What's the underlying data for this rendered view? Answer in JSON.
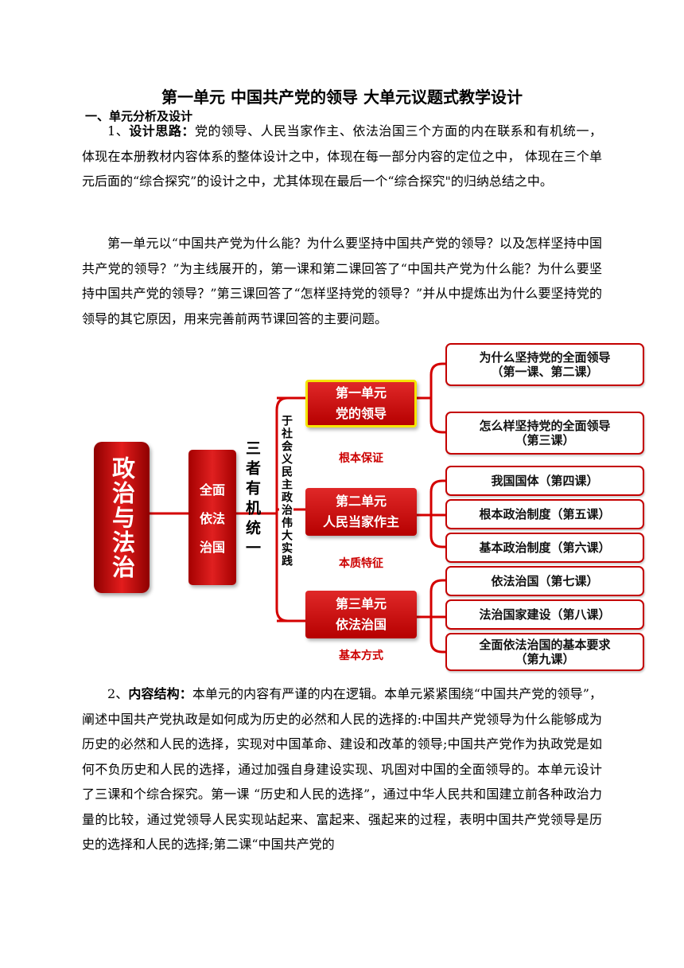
{
  "title": "第一单元  中国共产党的领导  大单元议题式教学设计",
  "section1_heading": "一、单元分析及设计",
  "p1": {
    "label": "设计思路：",
    "prefix": "1、",
    "text": "党的领导、人民当家作主、依法治国三个方面的内在联系和有机统一，  体现在本册教材内容体系的整体设计之中，体现在每一部分内容的定位之中，  体现在三个单元后面的“综合探究”的设计之中，尤其体现在最后一个“综合探究\"的归纳总结之中。"
  },
  "p2": "第一单元以“中国共产党为什么能？为什么要坚持中国共产党的领导？以及怎样坚持中国共产党的领导？”为主线展开的，第一课和第二课回答了“中国共产党为什么能？为什么要坚持中国共产党的领导？”第三课回答了“怎样坚持党的领导？”并从中提炼出为什么要坚持党的领导的其它原因，用来完善前两节课回答的主要问题。",
  "diagram": {
    "main": "政治与法治",
    "law": [
      "全面",
      "依法",
      "治国"
    ],
    "organic": "三者有机统一",
    "practice": "于社会义民主政治伟大实践",
    "units": [
      {
        "line1": "第一单元",
        "line2": "党的领导",
        "label": "根本保证"
      },
      {
        "line1": "第二单元",
        "line2": "人民当家作主",
        "label": "本质特征"
      },
      {
        "line1": "第三单元",
        "line2": "依法治国",
        "label": "基本方式"
      }
    ],
    "lessons": [
      {
        "line1": "为什么坚持党的全面领导",
        "line2": "（第一课、第二课）"
      },
      {
        "line1": "怎么样坚持党的全面领导",
        "line2": "（第三课）"
      },
      {
        "line1": "我国国体（第四课）",
        "line2": ""
      },
      {
        "line1": "根本政治制度（第五课）",
        "line2": ""
      },
      {
        "line1": "基本政治制度（第六课）",
        "line2": ""
      },
      {
        "line1": "依法治国（第七课）",
        "line2": ""
      },
      {
        "line1": "法治国家建设（第八课）",
        "line2": ""
      },
      {
        "line1": "全面依法治国的基本要求",
        "line2": "（第九课）"
      }
    ],
    "colors": {
      "red": "#d40000",
      "highlight": "#f5e400"
    }
  },
  "p3": {
    "prefix": "2、",
    "label": "内容结构：",
    "text": "本单元的内容有严谨的内在逻辑。本单元紧紧围绕“中国共产党的领导”，阐述中国共产党执政是如何成为历史的必然和人民的选择的:中国共产党领导为什么能够成为历史的必然和人民的选择，实现对中国革命、建设和改革的领导;中国共产党作为执政党是如何不负历史和人民的选择，通过加强自身建设实现、巩固对中国的全面领导的。本单元设计了三课和个综合探究。第一课  “历史和人民的选择”，通过中华人民共和国建立前各种政治力量的比较，通过党领导人民实现站起来、富起来、强起来的过程，表明中国共产党领导是历史的选择和人民的选择;第二课“中国共产党的"
  }
}
